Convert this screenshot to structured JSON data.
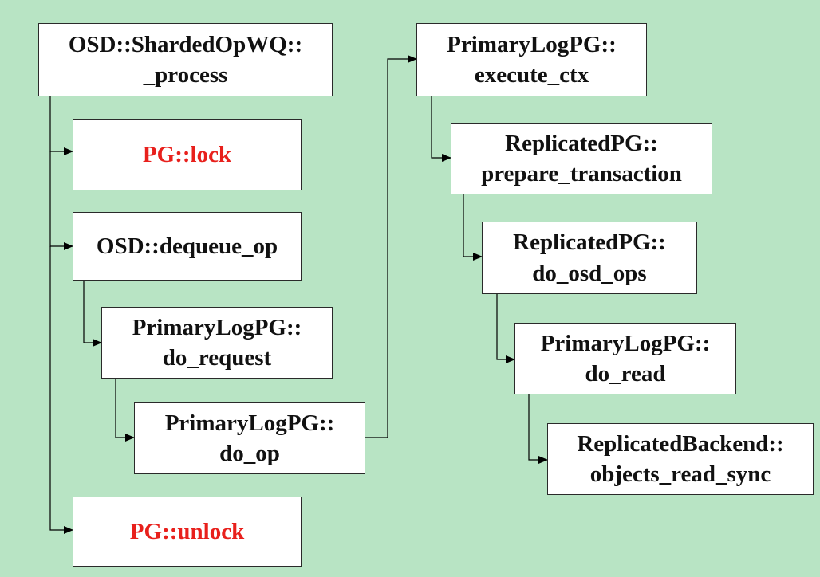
{
  "diagram": {
    "nodes": {
      "sharded_process": {
        "line1": "OSD::ShardedOpWQ::",
        "line2": "_process"
      },
      "pg_lock": {
        "line1": "PG::lock"
      },
      "dequeue_op": {
        "line1": "OSD::dequeue_op"
      },
      "do_request": {
        "line1": "PrimaryLogPG::",
        "line2": "do_request"
      },
      "do_op": {
        "line1": "PrimaryLogPG::",
        "line2": "do_op"
      },
      "pg_unlock": {
        "line1": "PG::unlock"
      },
      "execute_ctx": {
        "line1": "PrimaryLogPG::",
        "line2": "execute_ctx"
      },
      "prepare_transaction": {
        "line1": "ReplicatedPG::",
        "line2": "prepare_transaction"
      },
      "do_osd_ops": {
        "line1": "ReplicatedPG::",
        "line2": "do_osd_ops"
      },
      "do_read": {
        "line1": "PrimaryLogPG::",
        "line2": "do_read"
      },
      "objects_read_sync": {
        "line1": "ReplicatedBackend::",
        "line2": "objects_read_sync"
      }
    },
    "colors": {
      "background": "#b8e4c4",
      "box_fill": "#ffffff",
      "box_border": "#2a2a2a",
      "text": "#111111",
      "highlight_text": "#e8201c",
      "connector": "#000000"
    },
    "edges": [
      {
        "from": "sharded_process",
        "to": "pg_lock"
      },
      {
        "from": "sharded_process",
        "to": "dequeue_op"
      },
      {
        "from": "sharded_process",
        "to": "pg_unlock"
      },
      {
        "from": "dequeue_op",
        "to": "do_request"
      },
      {
        "from": "do_request",
        "to": "do_op"
      },
      {
        "from": "do_op",
        "to": "execute_ctx"
      },
      {
        "from": "execute_ctx",
        "to": "prepare_transaction"
      },
      {
        "from": "prepare_transaction",
        "to": "do_osd_ops"
      },
      {
        "from": "do_osd_ops",
        "to": "do_read"
      },
      {
        "from": "do_read",
        "to": "objects_read_sync"
      }
    ]
  }
}
